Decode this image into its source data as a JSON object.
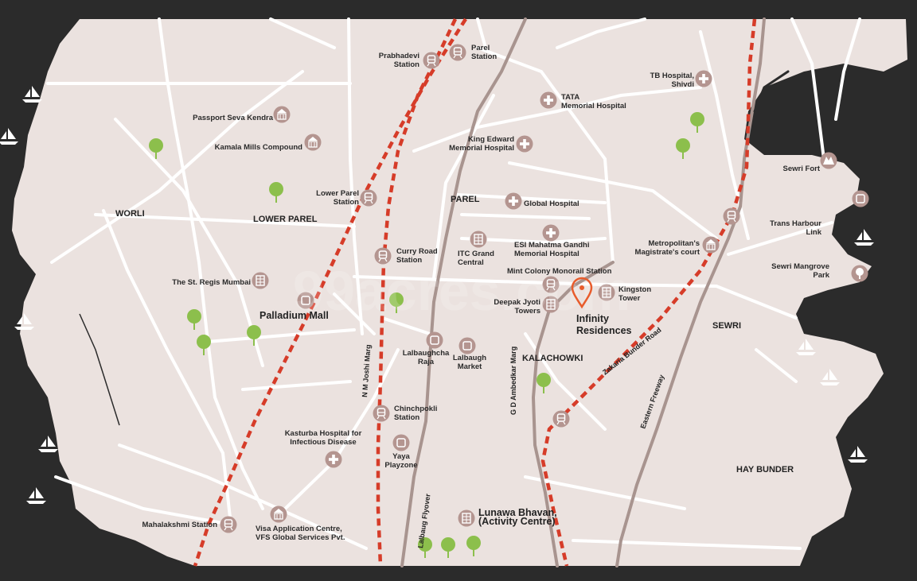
{
  "colors": {
    "sea": "#2b2b2b",
    "land": "#ebe2df",
    "road": "#ffffff",
    "major_road": "#a8948f",
    "rail": "#d63c29",
    "icon": "#b49590",
    "tree": "#8cbf4c",
    "pin": "#e85c2c"
  },
  "watermark": "99acres.com",
  "areas": {
    "worli": "WORLI",
    "lower_parel": "LOWER PAREL",
    "parel": "PAREL",
    "kalachowki": "KALACHOWKI",
    "sewri": "SEWRI",
    "hay_bunder": "HAY BUNDER"
  },
  "roads": {
    "nm_joshi": "N M Joshi Marg",
    "gd_ambedkar": "G D Ambedkar Marg",
    "lalbaug_flyover": "Lalbaug Flyover",
    "zakaria_bunder": "Zakaria Bunder Road",
    "eastern_freeway": "Eastern Freeway"
  },
  "project": {
    "name_line1": "Infinity",
    "name_line2": "Residences"
  },
  "places": {
    "prabhadevi_station": [
      "Prabhadevi",
      "Station"
    ],
    "parel_station": [
      "Parel",
      "Station"
    ],
    "passport_seva": [
      "Passport Seva Kendra"
    ],
    "kamala_mills": [
      "Kamala Mills Compound"
    ],
    "tata_hospital": [
      "TATA",
      "Memorial Hospital"
    ],
    "tb_hospital": [
      "TB Hospital,",
      "Shivdi"
    ],
    "kem_hospital": [
      "King Edward",
      "Memorial Hospital"
    ],
    "lower_parel_station": [
      "Lower Parel",
      "Station"
    ],
    "global_hospital": [
      "Global Hospital"
    ],
    "sewri_fort": [
      "Sewri Fort"
    ],
    "trans_harbour": [
      "Trans Harbour",
      "Link"
    ],
    "esi_hospital": [
      "ESI Mahatma Gandhi",
      "Memorial Hospital"
    ],
    "itc_grand_central": [
      "ITC Grand",
      "Central"
    ],
    "curry_road_station": [
      "Curry Road",
      "Station"
    ],
    "metropolitan_court": [
      "Metropolitan's",
      "Magistrate's court"
    ],
    "sewri_mangrove": [
      "Sewri Mangrove",
      "Park"
    ],
    "mint_colony": [
      "Mint Colony Monorail Station"
    ],
    "st_regis": [
      "The St. Regis Mumbai"
    ],
    "kingston_tower": [
      "Kingston",
      "Tower"
    ],
    "deepak_jyoti": [
      "Deepak Jyoti",
      "Towers"
    ],
    "palladium": [
      "Palladium Mall"
    ],
    "lalbaughcha_raja": [
      "Lalbaughcha",
      "Raja"
    ],
    "lalbaugh_market": [
      "Lalbaugh",
      "Market"
    ],
    "chinchpokli_station": [
      "Chinchpokli",
      "Station"
    ],
    "kasturba_hospital": [
      "Kasturba Hospital for",
      "Infectious Disease"
    ],
    "yaya_playzone": [
      "Yaya",
      "Playzone"
    ],
    "mahalakshmi_station": [
      "Mahalakshmi Station"
    ],
    "visa_centre": [
      "Visa Application Centre,",
      "VFS Global Services Pvt."
    ],
    "lunawa_bhavan": [
      "Lunawa Bhavan,",
      "(Activity Centre)"
    ]
  }
}
